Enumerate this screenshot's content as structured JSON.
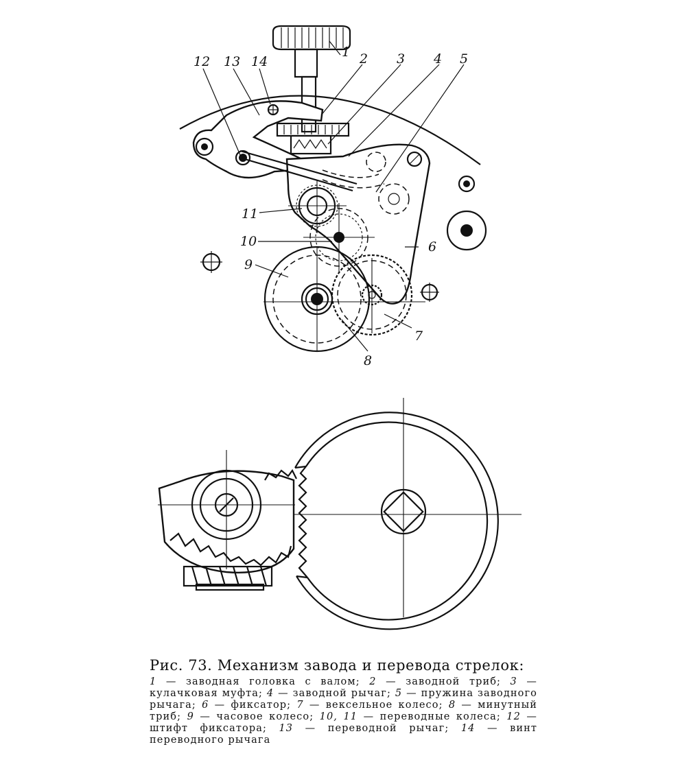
{
  "figure": {
    "labels": [
      "1",
      "2",
      "3",
      "4",
      "5",
      "6",
      "7",
      "8",
      "9",
      "10",
      "11",
      "12",
      "13",
      "14"
    ]
  },
  "caption": {
    "title": "Рис. 73. Механизм завода и перевода стрелок:",
    "items": [
      {
        "num": "1",
        "text": "заводная головка с валом"
      },
      {
        "num": "2",
        "text": "заводной триб"
      },
      {
        "num": "3",
        "text": "кулачковая муфта"
      },
      {
        "num": "4",
        "text": "заводной рычаг"
      },
      {
        "num": "5",
        "text": "пружина заводного рычага"
      },
      {
        "num": "6",
        "text": "фиксатор"
      },
      {
        "num": "7",
        "text": "вексельное колесо"
      },
      {
        "num": "8",
        "text": "минутный триб"
      },
      {
        "num": "9",
        "text": "часовое колесо"
      },
      {
        "num": "10, 11",
        "text": "переводные колеса"
      },
      {
        "num": "12",
        "text": "штифт фиксатора"
      },
      {
        "num": "13",
        "text": "переводной рычаг"
      },
      {
        "num": "14",
        "text": "винт переводного рычага"
      }
    ]
  }
}
